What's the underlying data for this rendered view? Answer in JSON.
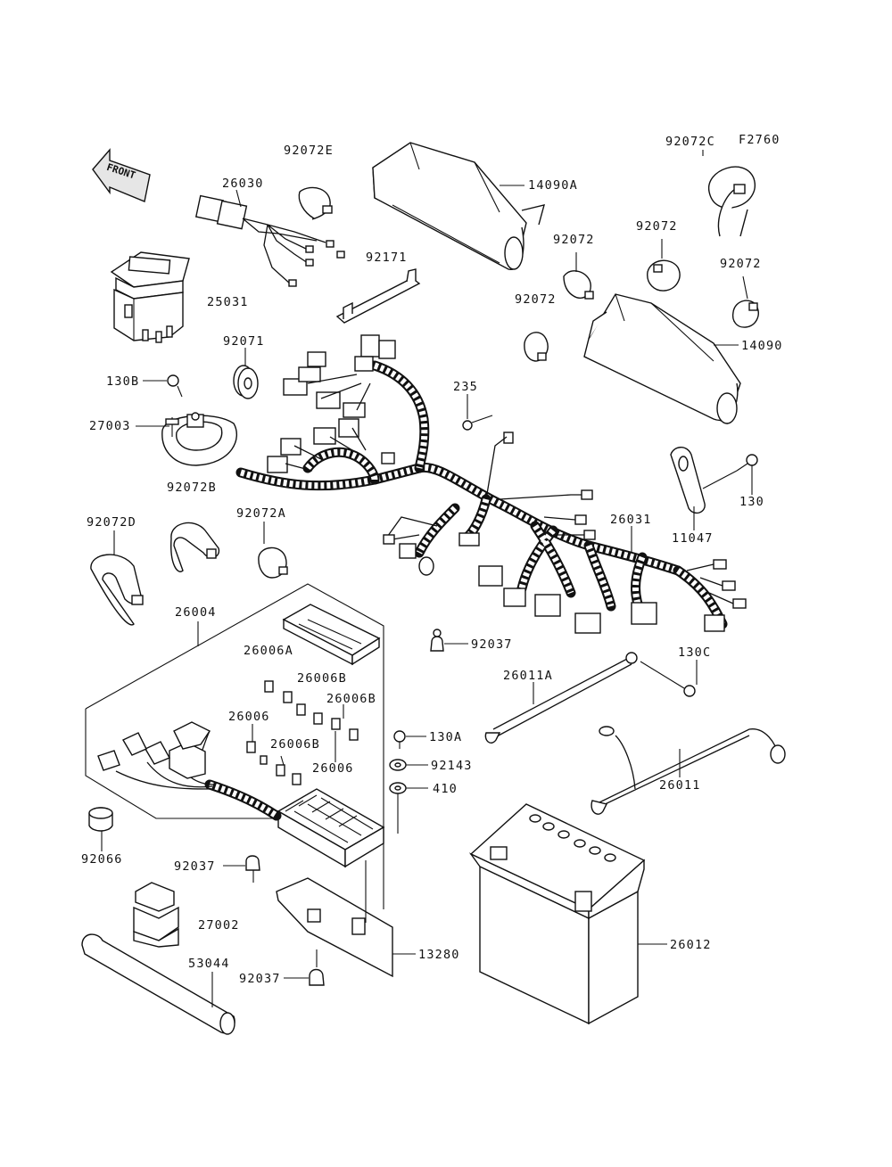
{
  "figure_code": "F2760",
  "direction_label": "FRONT",
  "parts": {
    "p26030": "26030",
    "p92072E": "92072E",
    "p14090A": "14090A",
    "p92072C": "92072C",
    "p92072_a": "92072",
    "p92072_b": "92072",
    "p92072_c": "92072",
    "p92072_d": "92072",
    "p92171": "92171",
    "p25031": "25031",
    "p14090": "14090",
    "p92071": "92071",
    "p130B": "130B",
    "p235": "235",
    "p27003": "27003",
    "p130": "130",
    "p92072B": "92072B",
    "p11047": "11047",
    "p92072D": "92072D",
    "p92072A": "92072A",
    "p26031": "26031",
    "p26004": "26004",
    "p26006A": "26006A",
    "p92037_a": "92037",
    "p130C": "130C",
    "p26006B_a": "26006B",
    "p26006B_b": "26006B",
    "p26006B_c": "26006B",
    "p26011A": "26011A",
    "p26006_a": "26006",
    "p26006_b": "26006",
    "p130A": "130A",
    "p92143": "92143",
    "p410": "410",
    "p26011": "26011",
    "p92066": "92066",
    "p92037_b": "92037",
    "p27002": "27002",
    "p26012": "26012",
    "p13280": "13280",
    "p53044": "53044",
    "p92037_c": "92037"
  }
}
